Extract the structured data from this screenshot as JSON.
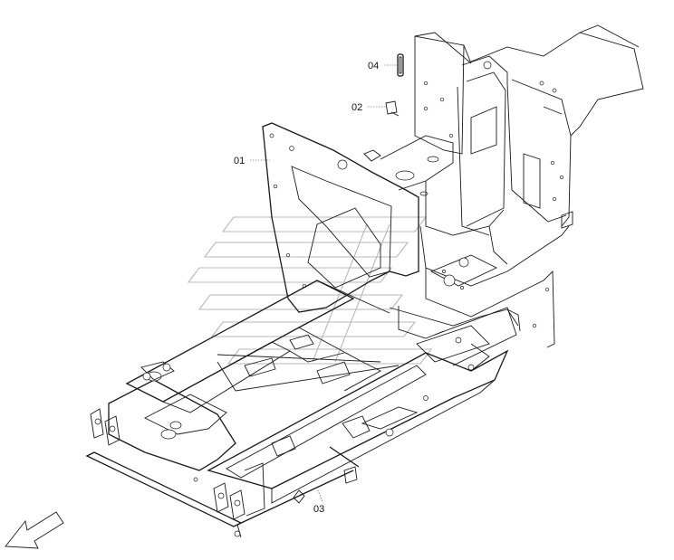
{
  "callouts": [
    {
      "id": "01",
      "label": "01"
    },
    {
      "id": "02",
      "label": "02"
    },
    {
      "id": "03",
      "label": "03"
    },
    {
      "id": "04",
      "label": "04"
    }
  ],
  "icons": {
    "direction_arrow": "front-direction-arrow-icon",
    "watermark": "brand-watermark-logo"
  }
}
